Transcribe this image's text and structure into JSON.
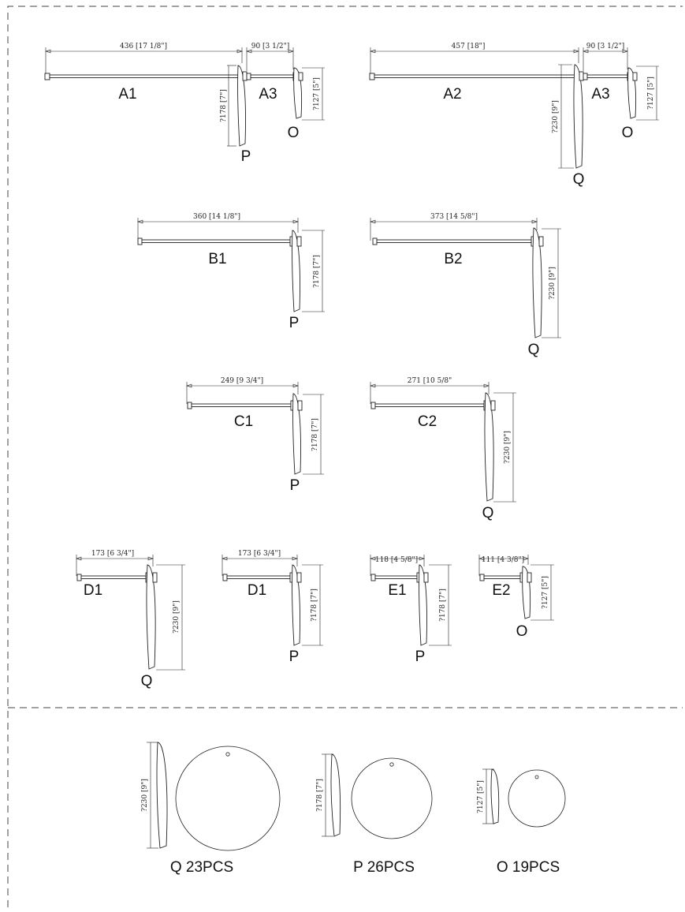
{
  "assemblies": {
    "a1": {
      "label": "A1",
      "length": "436 [17 1/8\"]"
    },
    "a3_left": {
      "label": "A3",
      "length": "90 [3 1/2\"]"
    },
    "a2": {
      "label": "A2",
      "length": "457 [18\"]"
    },
    "a3_right": {
      "label": "A3",
      "length": "90 [3 1/2\"]"
    },
    "b1": {
      "label": "B1",
      "length": "360 [14 1/8\"]"
    },
    "b2": {
      "label": "B2",
      "length": "373 [14 5/8\"]"
    },
    "c1": {
      "label": "C1",
      "length": "249 [9 3/4\"]"
    },
    "c2": {
      "label": "C2",
      "length": "271 [10 5/8\""
    },
    "d1a": {
      "label": "D1",
      "length": "173 [6 3/4\"]"
    },
    "d1b": {
      "label": "D1",
      "length": "173 [6 3/4\"]"
    },
    "e1": {
      "label": "E1",
      "length": "118 [4 5/8\"]"
    },
    "e2": {
      "label": "E2",
      "length": "111 [4 3/8\"]"
    }
  },
  "blades": {
    "q": {
      "label": "Q",
      "dia": "?230 [9\"]"
    },
    "p": {
      "label": "P",
      "dia": "?178 [7\"]"
    },
    "o": {
      "label": "O",
      "dia": "?127 [5\"]"
    }
  },
  "quantities": {
    "q": "Q 23PCS",
    "p": "P 26PCS",
    "o": "O 19PCS"
  }
}
